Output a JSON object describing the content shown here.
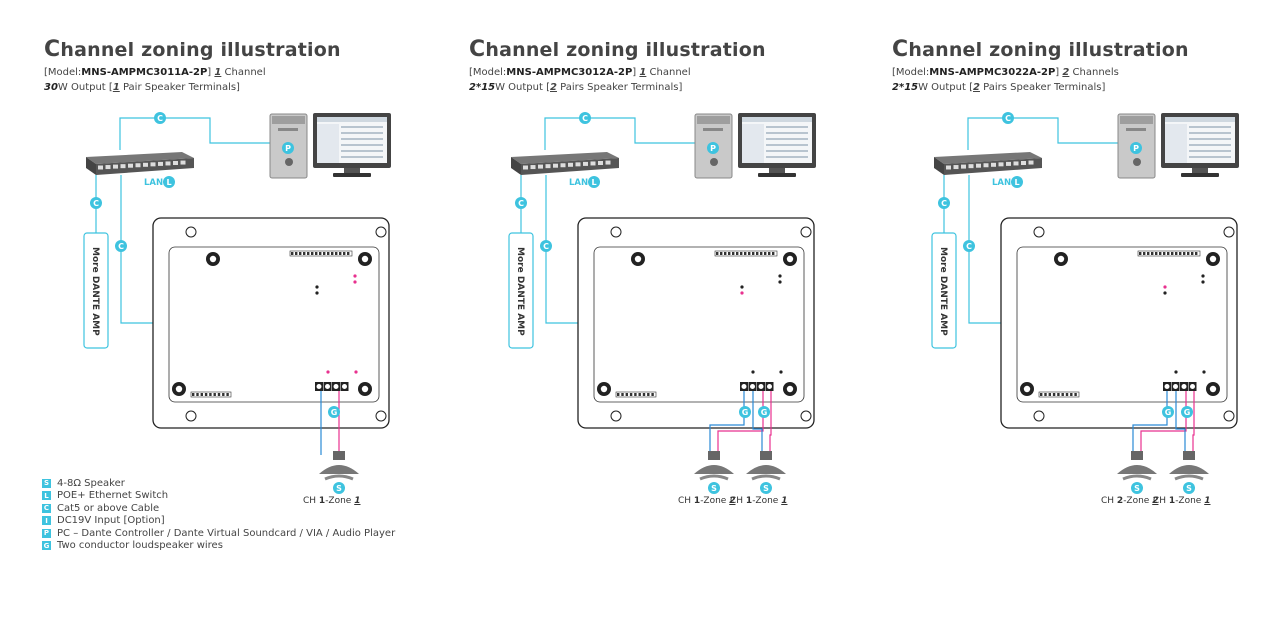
{
  "colors": {
    "cyan": "#3ec3df",
    "magenta": "#e8318f",
    "blue": "#2a8ad6",
    "dark": "#333333"
  },
  "panels": [
    {
      "title_first": "C",
      "title_rest": "hannel zoning illustration",
      "model_prefix": "[Model:",
      "model_name": "MNS-AMPMC3011A-2P",
      "model_suffix": "]",
      "channel_count": "1",
      "channel_word": " Channel",
      "output_watt": "30",
      "output_unit": "W Output [",
      "pair_count": "1",
      "pair_text": " Pair Speaker Terminals]",
      "lan_label": "LAN",
      "side_label": "More DANTE AMP",
      "zones": [
        {
          "ch": "1",
          "zone": "1"
        }
      ]
    },
    {
      "title_first": "C",
      "title_rest": "hannel zoning illustration",
      "model_prefix": "[Model:",
      "model_name": "MNS-AMPMC3012A-2P",
      "model_suffix": "]",
      "channel_count": "1",
      "channel_word": " Channel",
      "output_watt": "2*15",
      "output_unit": "W Output [",
      "pair_count": "2",
      "pair_text": " Pairs Speaker Terminals]",
      "lan_label": "LAN",
      "side_label": "More DANTE AMP",
      "zones": [
        {
          "ch": "1",
          "zone": "2"
        },
        {
          "ch": "1",
          "zone": "1"
        }
      ]
    },
    {
      "title_first": "C",
      "title_rest": "hannel zoning illustration",
      "model_prefix": "[Model:",
      "model_name": "MNS-AMPMC3022A-2P",
      "model_suffix": "]",
      "channel_count": "2",
      "channel_word": " Channels",
      "output_watt": "2*15",
      "output_unit": "W Output [",
      "pair_count": "2",
      "pair_text": " Pairs Speaker Terminals]",
      "lan_label": "LAN",
      "side_label": "More DANTE AMP",
      "zones": [
        {
          "ch": "2",
          "zone": "2"
        },
        {
          "ch": "1",
          "zone": "1"
        }
      ]
    }
  ],
  "zone_ch_prefix": "CH ",
  "zone_mid": "-Zone ",
  "badges": {
    "speaker": "S",
    "lan": "L",
    "cable": "C",
    "pc": "P",
    "wire": "G"
  },
  "legend": [
    {
      "badge": "S",
      "text": "4-8Ω Speaker"
    },
    {
      "badge": "L",
      "text": "POE+ Ethernet Switch"
    },
    {
      "badge": "C",
      "text": "Cat5 or above Cable"
    },
    {
      "badge": "I",
      "text": "DC19V Input [Option]"
    },
    {
      "badge": "P",
      "text": "PC – Dante Controller / Dante Virtual Soundcard / VIA / Audio Player"
    },
    {
      "badge": "G",
      "text": "Two conductor loudspeaker wires"
    }
  ]
}
